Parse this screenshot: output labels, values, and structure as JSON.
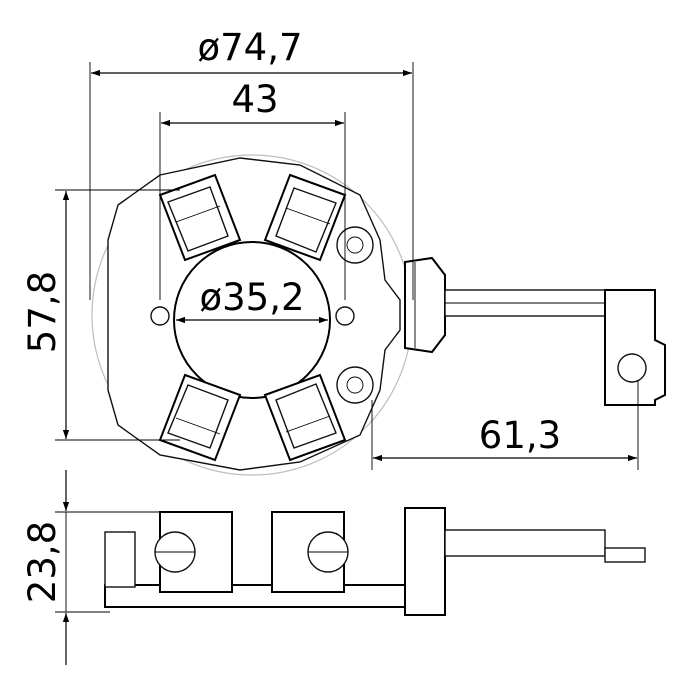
{
  "dimensions": {
    "outer_diameter": "ø74,7",
    "width_43": "43",
    "inner_diameter": "ø35,2",
    "height_57_8": "57,8",
    "lead_61_3": "61,3",
    "side_height_23_8": "23,8"
  },
  "colors": {
    "line": "#000000",
    "outline_circle": "#bdbdbd",
    "background": "#ffffff"
  }
}
